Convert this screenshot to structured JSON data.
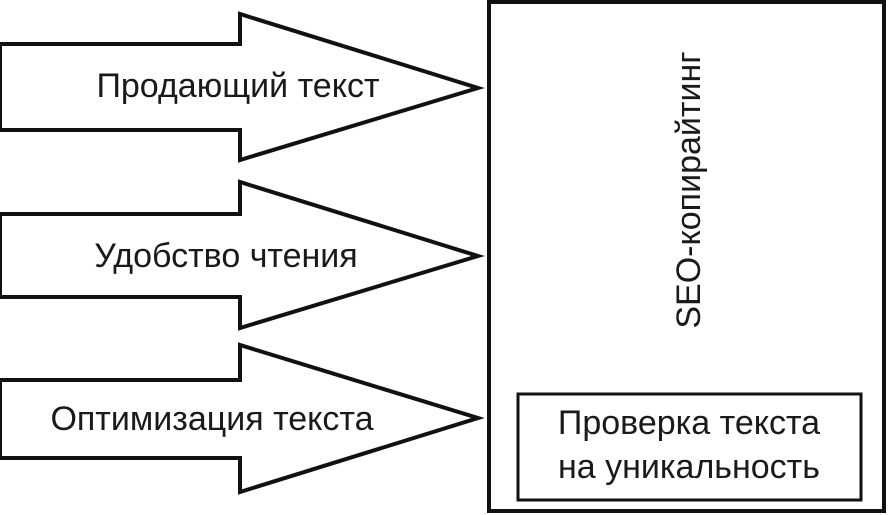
{
  "arrows": [
    {
      "label": "Продающий текст"
    },
    {
      "label": "Удобство чтения"
    },
    {
      "label": "Оптимизация текста"
    }
  ],
  "main_box": {
    "title": "SEO-копирайтинг",
    "inner_box": {
      "line1": "Проверка текста",
      "line2": "на уникальность"
    }
  },
  "colors": {
    "stroke": "#111111",
    "text": "#1a1a1a",
    "background": "#ffffff"
  }
}
